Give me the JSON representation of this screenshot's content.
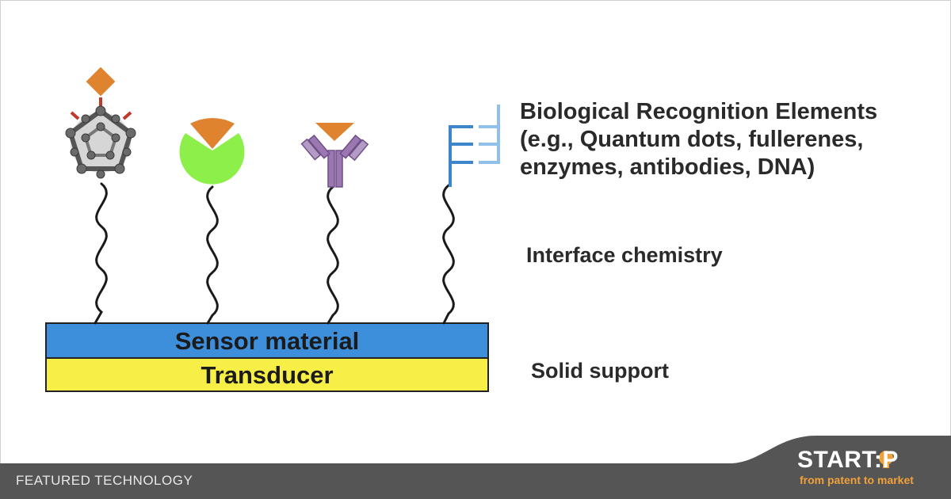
{
  "labels": {
    "recognition_line1": "Biological Recognition Elements",
    "recognition_line2": "(e.g., Quantum dots, fullerenes,",
    "recognition_line3": "enzymes, antibodies, DNA)",
    "interface": "Interface chemistry",
    "solid_support": "Solid support"
  },
  "layers": {
    "sensor": "Sensor material",
    "transducer": "Transducer"
  },
  "footer": {
    "featured": "FEATURED TECHNOLOGY",
    "brand": "START:P",
    "tagline": "from patent to market"
  },
  "colors": {
    "sensor_layer": "#3d8edb",
    "transducer_layer": "#f7ef45",
    "ligand_orange": "#e0832e",
    "enzyme_green": "#8df04a",
    "antibody_purple": "#9b78b2",
    "dna_blue": "#4a90d0",
    "fullerene_gray": "#666666",
    "footer_bg": "#555555",
    "tagline_orange": "#f0a13a"
  },
  "icons": {
    "element_1": "fullerene-icon",
    "element_2": "enzyme-icon",
    "element_3": "antibody-icon",
    "element_4": "dna-strand-icon"
  }
}
